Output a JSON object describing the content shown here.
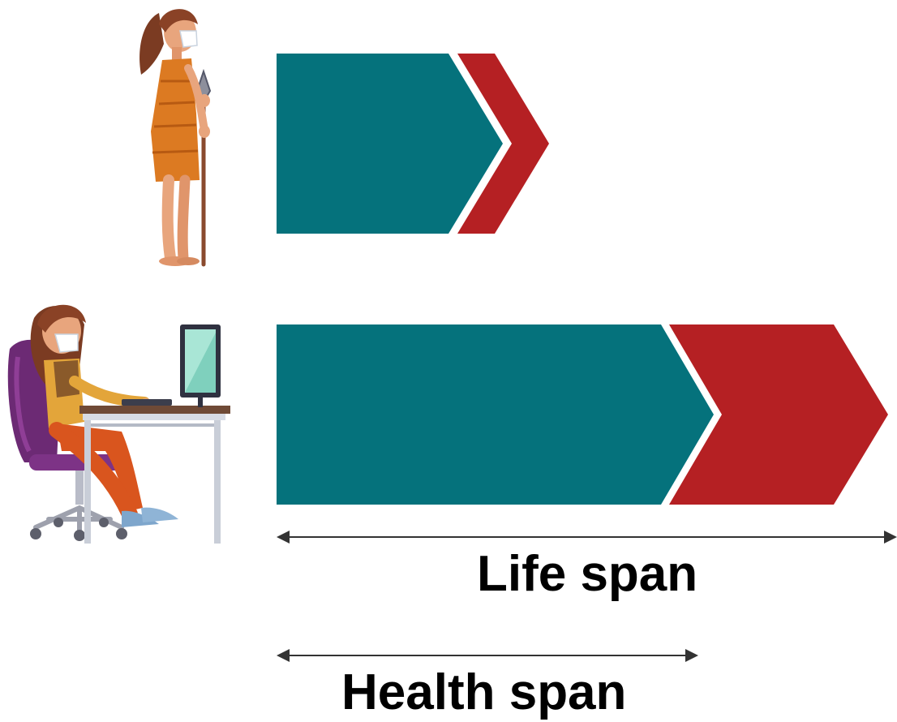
{
  "labels": {
    "life_span": "Life span",
    "health_span": "Health span"
  },
  "figures": {
    "top": "cavewoman-figure",
    "bottom": "office-woman-figure"
  },
  "colors": {
    "health": "#05727c",
    "disease": "#b52023",
    "arrow_line": "#333333",
    "background": "#ffffff"
  }
}
